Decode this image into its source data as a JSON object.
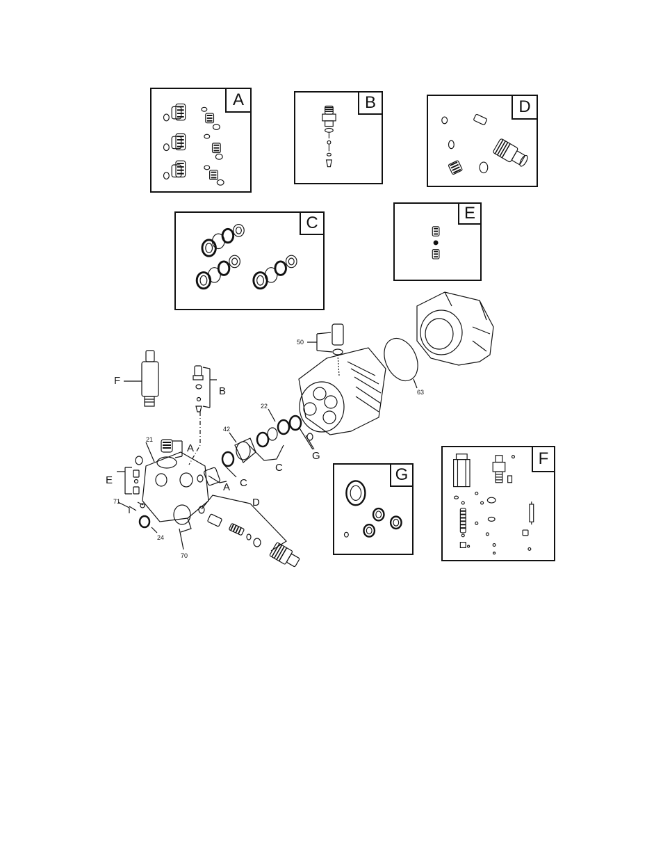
{
  "kits": {
    "A": {
      "tag": "A"
    },
    "B": {
      "tag": "B"
    },
    "C": {
      "tag": "C"
    },
    "D": {
      "tag": "D"
    },
    "E": {
      "tag": "E"
    },
    "F": {
      "tag": "F"
    },
    "G": {
      "tag": "G"
    }
  },
  "callouts": {
    "A1": "A",
    "A2": "A",
    "B": "B",
    "C1": "C",
    "C2": "C",
    "D": "D",
    "E": "E",
    "F": "F",
    "G": "G",
    "n21": "21",
    "n22": "22",
    "n24": "24",
    "n42": "42",
    "n50": "50",
    "n63": "63",
    "n70": "70",
    "n71": "71"
  }
}
